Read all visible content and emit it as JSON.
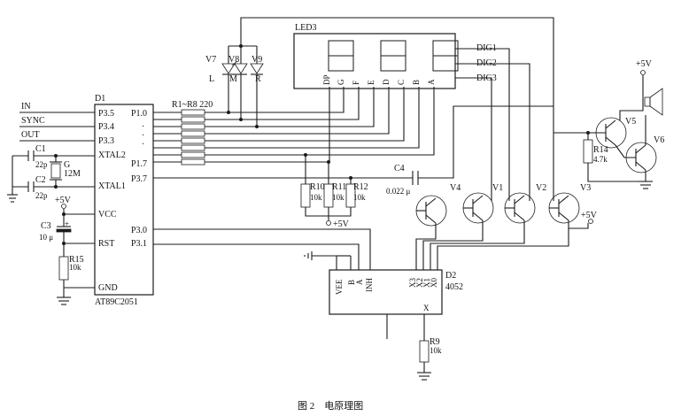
{
  "caption": "图 2　电原理图",
  "mcu": {
    "ref": "D1",
    "part": "AT89C2051",
    "pins_left": [
      "P3.5",
      "P3.4",
      "P3.3",
      "XTAL2",
      "XTAL1",
      "VCC",
      "RST",
      "GND"
    ],
    "pins_right": [
      "P1.0",
      "P1.7",
      "P3.7",
      "P3.0",
      "P3.1"
    ]
  },
  "signals": [
    "IN",
    "SYNC",
    "OUT"
  ],
  "resistor_array": "R1~R8 220",
  "display": {
    "ref": "LED3",
    "segments": [
      "DP",
      "G",
      "F",
      "E",
      "D",
      "C",
      "B",
      "A"
    ],
    "digits": [
      "DIG1",
      "DIG2",
      "DIG3"
    ]
  },
  "leds": [
    {
      "ref": "V7",
      "label": "L"
    },
    {
      "ref": "V8",
      "label": "M"
    },
    {
      "ref": "V9",
      "label": "R"
    }
  ],
  "crystal": {
    "ref": "G",
    "value": "12M"
  },
  "capacitors": [
    {
      "ref": "C1",
      "value": "22p"
    },
    {
      "ref": "C2",
      "value": "22p"
    },
    {
      "ref": "C3",
      "value": "10 μ"
    },
    {
      "ref": "C4",
      "value": "0.022 μ"
    }
  ],
  "resistors": [
    {
      "ref": "R10",
      "value": "10k"
    },
    {
      "ref": "R11",
      "value": "10k"
    },
    {
      "ref": "R12",
      "value": "10k"
    },
    {
      "ref": "R14",
      "value": "4.7k"
    },
    {
      "ref": "R15",
      "value": "10k"
    },
    {
      "ref": "R9",
      "value": "10k"
    }
  ],
  "transistors": [
    "V4",
    "V1",
    "V2",
    "V3",
    "V5",
    "V6"
  ],
  "mux": {
    "ref": "D2",
    "part": "4052",
    "pins": [
      "VEE",
      "B",
      "A",
      "INH",
      "X3",
      "X2",
      "X1",
      "X0",
      "X"
    ]
  },
  "power": "+5V"
}
